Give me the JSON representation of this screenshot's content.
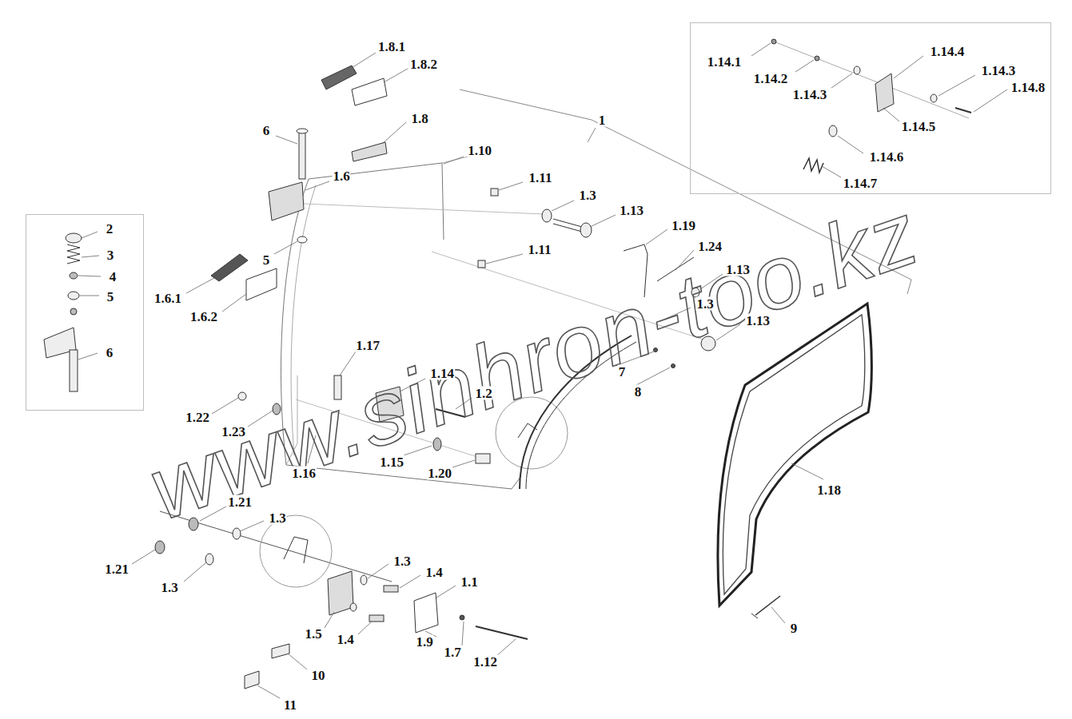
{
  "diagram": {
    "nodes": [
      {
        "text": [
          "2",
          "3",
          "4",
          "5",
          "6"
        ]
      },
      {
        "text": [
          "1.14.1",
          "1.14.2",
          "1.14.3",
          "1.14.4",
          "1.14.3",
          "1.14.8",
          "1.14.5",
          "1.14.6",
          "1.14.7"
        ]
      }
    ],
    "labels": [
      "1.8.1",
      "1.8.2",
      "1.8",
      "1",
      "6",
      "1.10",
      "1.6",
      "1.11",
      "1.3",
      "1.13",
      "1.19",
      "1.11",
      "1.24",
      "5",
      "1.13",
      "1.6.1",
      "1.6.2",
      "1.3",
      "1.13",
      "1.17",
      "1.14",
      "7",
      "1.2",
      "8",
      "1.22",
      "1.23",
      "1.15",
      "1.16",
      "1.20",
      "1.18",
      "1.21",
      "1.3",
      "1.21",
      "1.3",
      "1.3",
      "1.4",
      "1.1",
      "1.5",
      "1.4",
      "1.9",
      "1.7",
      "1.12",
      "9",
      "10",
      "11",
      "www.sinhron-too.kz"
    ]
  }
}
